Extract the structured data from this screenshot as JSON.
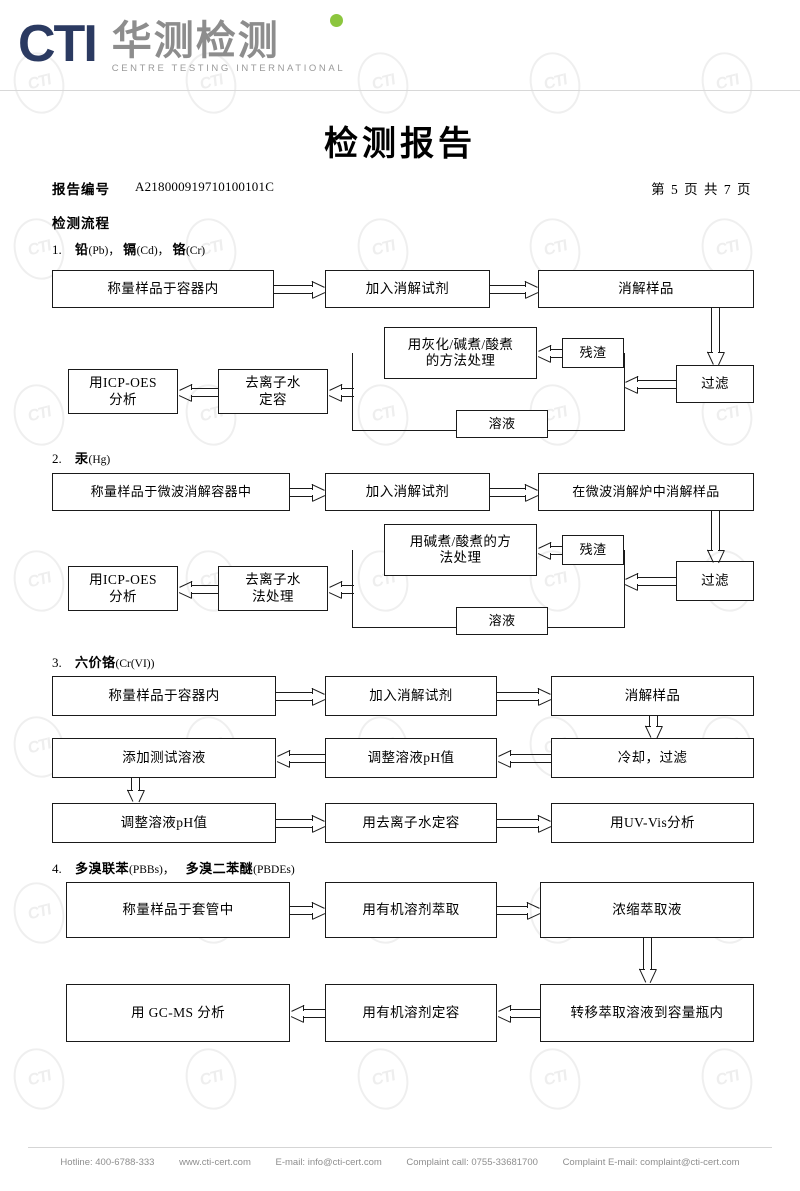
{
  "brand": {
    "logo_text": "CTI",
    "logo_cn": "华测检测",
    "logo_en": "CENTRE TESTING INTERNATIONAL",
    "navy": "#2b3a61",
    "green": "#8cc63e",
    "gray": "#8d8d8d"
  },
  "header": {
    "title": "检测报告",
    "report_no_label": "报告编号",
    "report_no_value": "A218000919710100101C",
    "page_indicator": "第 5 页  共 7 页",
    "flow_heading": "检测流程"
  },
  "sections": [
    {
      "num": "1.",
      "cn": "铅",
      "en": "(Pb)，",
      "cn2": "镉",
      "en2": "(Cd)，",
      "cn3": "铬",
      "en3": "(Cr)",
      "boxes": {
        "weigh": "称量样品于容器内",
        "reagent": "加入消解试剂",
        "digest": "消解样品",
        "filter": "过滤",
        "residue": "残渣",
        "solution": "溶液",
        "treat": "用灰化/碱煮/酸煮\n的方法处理",
        "treat_l1": "用灰化/碱煮/酸煮",
        "treat_l2": "的方法处理",
        "dilute_l1": "去离子水",
        "dilute_l2": "定容",
        "analyze_l1": "用ICP-OES",
        "analyze_l2": "分析"
      }
    },
    {
      "num": "2.",
      "cn": "汞",
      "en": "(Hg)",
      "boxes": {
        "weigh": "称量样品于微波消解容器中",
        "reagent": "加入消解试剂",
        "digest": "在微波消解炉中消解样品",
        "filter": "过滤",
        "residue": "残渣",
        "solution": "溶液",
        "treat_l1": "用碱煮/酸煮的方",
        "treat_l2": "法处理",
        "dilute_l1": "去离子水",
        "dilute_l2": "法处理",
        "analyze_l1": "用ICP-OES",
        "analyze_l2": "分析"
      }
    },
    {
      "num": "3.",
      "cn": "六价铬",
      "en": "(Cr(VI))",
      "boxes": {
        "weigh": "称量样品于容器内",
        "reagent": "加入消解试剂",
        "digest": "消解样品",
        "cool": "冷却，过滤",
        "ph1": "调整溶液pH值",
        "add": "添加测试溶液",
        "ph2": "调整溶液pH值",
        "dilute": "用去离子水定容",
        "analyze": "用UV-Vis分析"
      }
    },
    {
      "num": "4.",
      "cn": "多溴联苯",
      "en": "(PBBs)，",
      "cn2": "多溴二苯醚",
      "en2": "(PBDEs)",
      "boxes": {
        "weigh": "称量样品于套管中",
        "extract": "用有机溶剂萃取",
        "concentrate": "浓缩萃取液",
        "transfer": "转移萃取溶液到容量瓶内",
        "dilute": "用有机溶剂定容",
        "analyze": "用 GC-MS 分析"
      }
    }
  ],
  "footer": {
    "hotline": "Hotline: 400-6788-333",
    "website": "www.cti-cert.com",
    "email": "E-mail: info@cti-cert.com",
    "complaint_call": "Complaint call: 0755-33681700",
    "complaint_email": "Complaint E-mail: complaint@cti-cert.com"
  },
  "watermark": {
    "text": "CTI"
  }
}
